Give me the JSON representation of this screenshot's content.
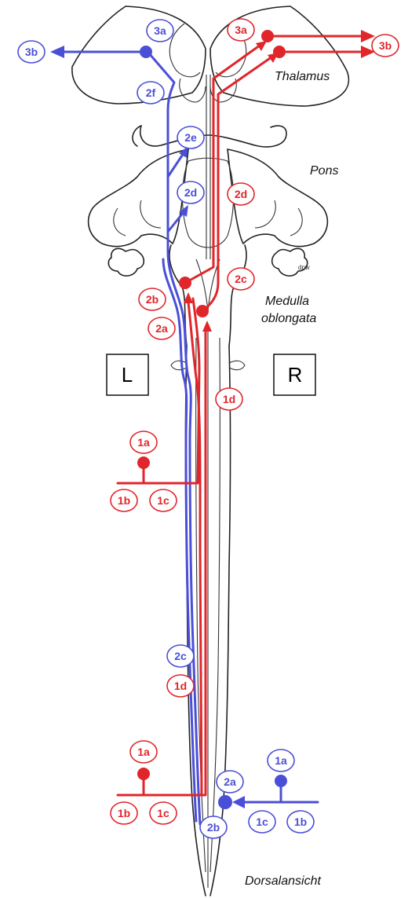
{
  "colors": {
    "red": "#e0262b",
    "blue": "#4a4fd8",
    "outline": "#222222"
  },
  "region_labels": {
    "thalamus": "Thalamus",
    "pons": "Pons",
    "medulla_line1": "Medulla",
    "medulla_line2": "oblongata",
    "view": "Dorsalansicht"
  },
  "sides": {
    "left": "L",
    "right": "R"
  },
  "artist_signature": "dpw",
  "red_badges": {
    "r_3a": "3a",
    "r_3b": "3b",
    "r_2d": "2d",
    "r_2c": "2c",
    "r_2b": "2b",
    "r_2a": "2a",
    "r_1d_upper": "1d",
    "r_1a_upper": "1a",
    "r_1b_upper": "1b",
    "r_1c_upper": "1c",
    "r_1d_lower": "1d",
    "r_1a_lower": "1a",
    "r_1b_lower": "1b",
    "r_1c_lower": "1c"
  },
  "blue_badges": {
    "b_3a": "3a",
    "b_3b": "3b",
    "b_2f": "2f",
    "b_2e": "2e",
    "b_2d": "2d",
    "b_2c": "2c",
    "b_2a": "2a",
    "b_2b": "2b",
    "b_1a": "1a",
    "b_1c": "1c",
    "b_1b": "1b"
  }
}
